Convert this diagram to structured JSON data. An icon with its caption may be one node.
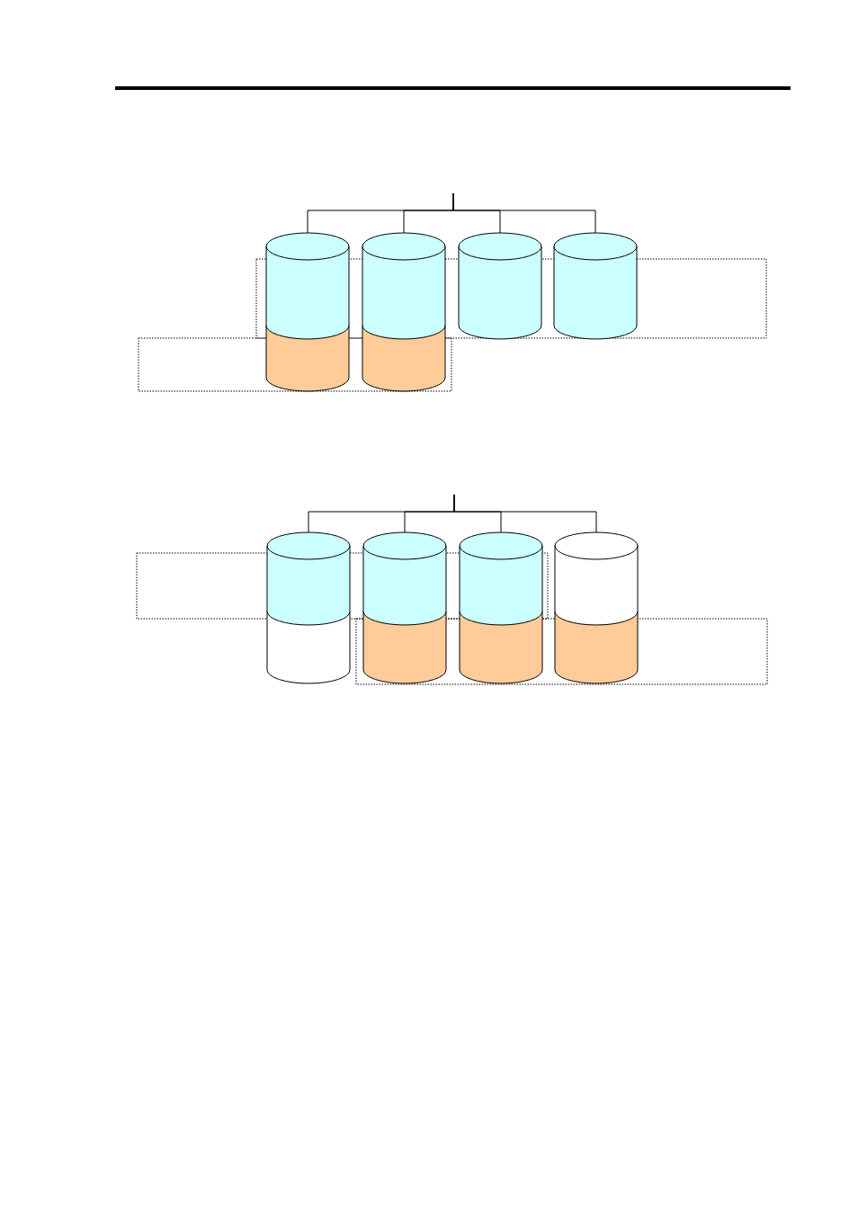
{
  "diagram": {
    "nodes": [
      {
        "text": [],
        "shape": "cylinder"
      },
      {
        "text": [],
        "shape": "cylinder"
      },
      {
        "text": [],
        "shape": "cylinder"
      },
      {
        "text": [],
        "shape": "cylinder"
      },
      {
        "text": [],
        "shape": "cylinder"
      },
      {
        "text": [],
        "shape": "cylinder"
      },
      {
        "text": [],
        "shape": "cylinder"
      },
      {
        "text": [],
        "shape": "cylinder"
      }
    ],
    "edges": [
      {
        "from": null,
        "to": 0,
        "arrow": "none"
      },
      {
        "from": null,
        "to": 1,
        "arrow": "none"
      },
      {
        "from": null,
        "to": 2,
        "arrow": "none"
      },
      {
        "from": null,
        "to": 3,
        "arrow": "none"
      },
      {
        "from": null,
        "to": 4,
        "arrow": "none"
      },
      {
        "from": null,
        "to": 5,
        "arrow": "none"
      },
      {
        "from": null,
        "to": 6,
        "arrow": "none"
      },
      {
        "from": null,
        "to": 7,
        "arrow": "none"
      }
    ]
  }
}
